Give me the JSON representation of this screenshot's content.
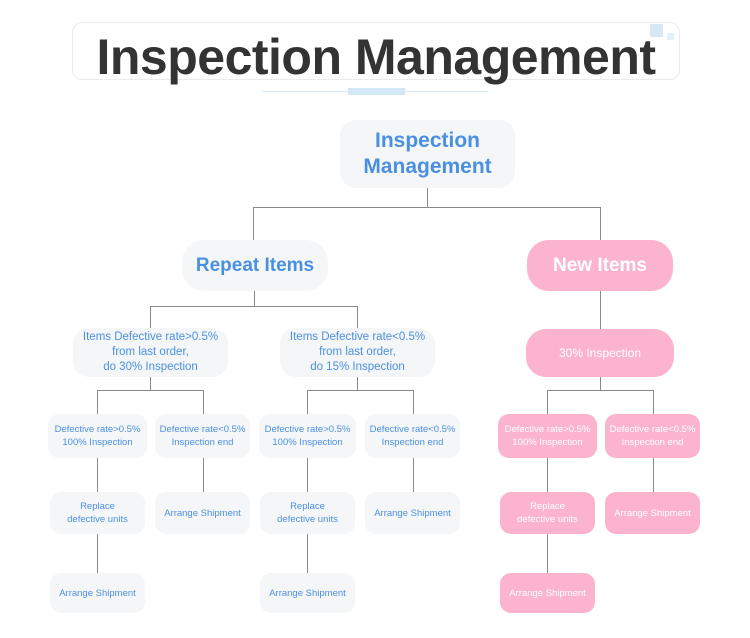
{
  "header": {
    "title": "Inspection Management",
    "decor": {
      "square_large": "#d6e8f3",
      "square_small": "#e3f0f8",
      "rule": "#d6e8f3",
      "rule_thick": "#d3e7f4"
    }
  },
  "theme": {
    "gray_node_bg": "#f5f6f7",
    "gray_node_text": "#4a90e2",
    "pink_node_bg": "#fbb3ce",
    "pink_node_text": "#ffffff",
    "connector": "#8a8a8a",
    "canvas": "#ffffff"
  },
  "diagram": {
    "type": "tree",
    "root": {
      "label": "Inspection\nManagement",
      "line1": "Inspection",
      "line2": "Management",
      "style": "gray"
    },
    "branches": [
      {
        "label": "Repeat Items",
        "style": "gray",
        "children": [
          {
            "line1": "Items Defective rate>0.5%",
            "line2": "from last order,",
            "line3": "do 30% Inspection",
            "style": "gray",
            "children": [
              {
                "line1": "Defective rate>0.5%",
                "line2": "100% Inspection",
                "style": "gray",
                "children": [
                  {
                    "line1": "Replace",
                    "line2": "defective units",
                    "style": "gray",
                    "children": [
                      {
                        "line1": "Arrange Shipment",
                        "style": "gray"
                      }
                    ]
                  }
                ]
              },
              {
                "line1": "Defective rate<0.5%",
                "line2": "Inspection end",
                "style": "gray",
                "children": [
                  {
                    "line1": "Arrange Shipment",
                    "style": "gray"
                  }
                ]
              }
            ]
          },
          {
            "line1": "Items Defective rate<0.5%",
            "line2": "from last order,",
            "line3": "do 15% Inspection",
            "style": "gray",
            "children": [
              {
                "line1": "Defective rate>0.5%",
                "line2": "100% Inspection",
                "style": "gray",
                "children": [
                  {
                    "line1": "Replace",
                    "line2": "defective units",
                    "style": "gray",
                    "children": [
                      {
                        "line1": "Arrange Shipment",
                        "style": "gray"
                      }
                    ]
                  }
                ]
              },
              {
                "line1": "Defective rate<0.5%",
                "line2": "Inspection end",
                "style": "gray",
                "children": [
                  {
                    "line1": "Arrange Shipment",
                    "style": "gray"
                  }
                ]
              }
            ]
          }
        ]
      },
      {
        "label": "New Items",
        "style": "pink",
        "children": [
          {
            "line1": "30% Inspection",
            "style": "pink",
            "children": [
              {
                "line1": "Defective rate>0.5%",
                "line2": "100% Inspection",
                "style": "pink",
                "children": [
                  {
                    "line1": "Replace",
                    "line2": "defective units",
                    "style": "pink",
                    "children": [
                      {
                        "line1": "Arrange Shipment",
                        "style": "pink"
                      }
                    ]
                  }
                ]
              },
              {
                "line1": "Defective rate<0.5%",
                "line2": "Inspection end",
                "style": "pink",
                "children": [
                  {
                    "line1": "Arrange Shipment",
                    "style": "pink"
                  }
                ]
              }
            ]
          }
        ]
      }
    ]
  }
}
